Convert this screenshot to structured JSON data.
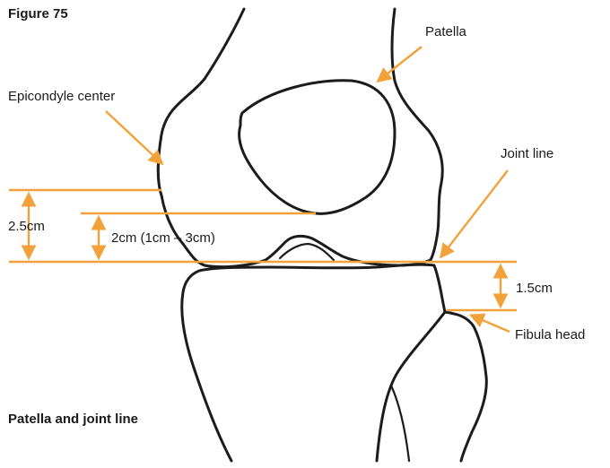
{
  "figure_label": "Figure 75",
  "caption": "Patella and joint line",
  "labels": {
    "patella": "Patella",
    "epicondyle_center": "Epicondyle center",
    "joint_line": "Joint line",
    "fibula_head": "Fibula head"
  },
  "measurements": {
    "epicondyle_to_joint": "2.5cm",
    "patella_to_joint": "2cm (1cm – 3cm)",
    "joint_to_fibula": "1.5cm"
  },
  "colors": {
    "accent": "#F2A23A",
    "outline": "#1c1c1c",
    "text": "#1a1a1a"
  }
}
